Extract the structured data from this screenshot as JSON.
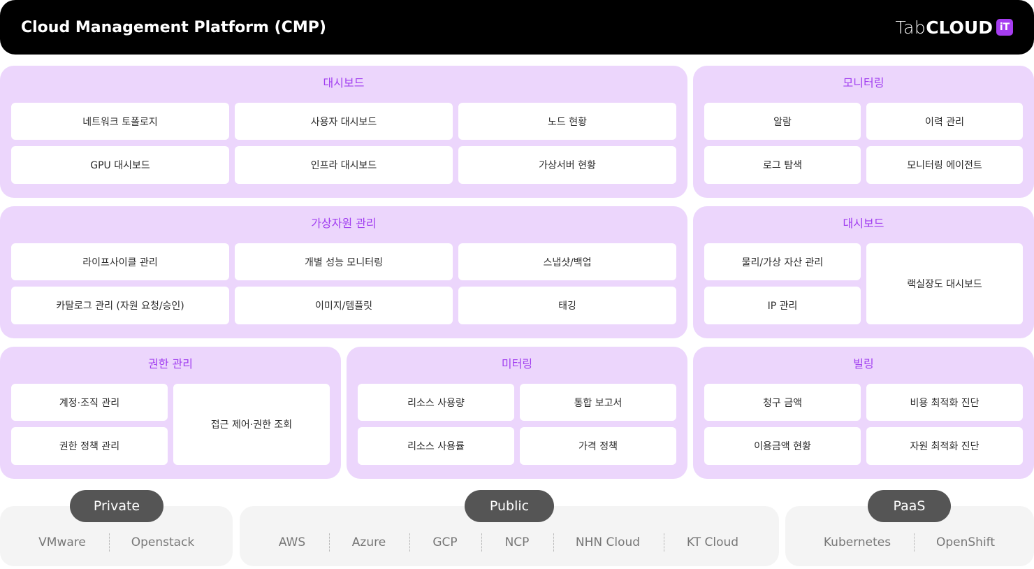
{
  "header": {
    "title": "Cloud Management Platform (CMP)",
    "logo_tab": "Tab",
    "logo_cloud": "CLOUD",
    "logo_it": "iT"
  },
  "panels": {
    "dashboard_main": {
      "title": "대시보드",
      "items": [
        "네트워크 토폴로지",
        "사용자 대시보드",
        "노드 현황",
        "GPU 대시보드",
        "인프라 대시보드",
        "가상서버 현황"
      ]
    },
    "monitoring": {
      "title": "모니터링",
      "items": [
        "알람",
        "이력 관리",
        "로그 탐색",
        "모니터링 에이전트"
      ]
    },
    "virtual_resources": {
      "title": "가상자원 관리",
      "items": [
        "라이프사이클 관리",
        "개별 성능 모니터링",
        "스냅샷/백업",
        "카탈로그 관리 (자원 요청/승인)",
        "이미지/템플릿",
        "태깅"
      ]
    },
    "dashboard_asset": {
      "title": "대시보드",
      "items": [
        "물리/가상 자산 관리",
        "IP 관리",
        "랙실장도 대시보드"
      ]
    },
    "permission": {
      "title": "권한 관리",
      "items": [
        "계정·조직 관리",
        "권한 정책 관리",
        "접근 제어·권한 조회"
      ]
    },
    "metering": {
      "title": "미터링",
      "items": [
        "리소스 사용량",
        "통합 보고서",
        "리소스 사용률",
        "가격 정책"
      ]
    },
    "billing": {
      "title": "빌링",
      "items": [
        "청구 금액",
        "비용 최적화 진단",
        "이용금액 현황",
        "자원 최적화 진단"
      ]
    }
  },
  "clouds": {
    "private": {
      "label": "Private",
      "providers": [
        "VMware",
        "Openstack"
      ]
    },
    "public": {
      "label": "Public",
      "providers": [
        "AWS",
        "Azure",
        "GCP",
        "NCP",
        "NHN Cloud",
        "KT Cloud"
      ]
    },
    "paas": {
      "label": "PaaS",
      "providers": [
        "Kubernetes",
        "OpenShift"
      ]
    }
  },
  "colors": {
    "header_bg": "#000000",
    "panel_bg": "#ecd6fc",
    "panel_title": "#a13ef0",
    "logo_it_bg": "#a63df0",
    "cloud_box_bg": "#f4f4f4",
    "pill_bg": "#555555"
  }
}
